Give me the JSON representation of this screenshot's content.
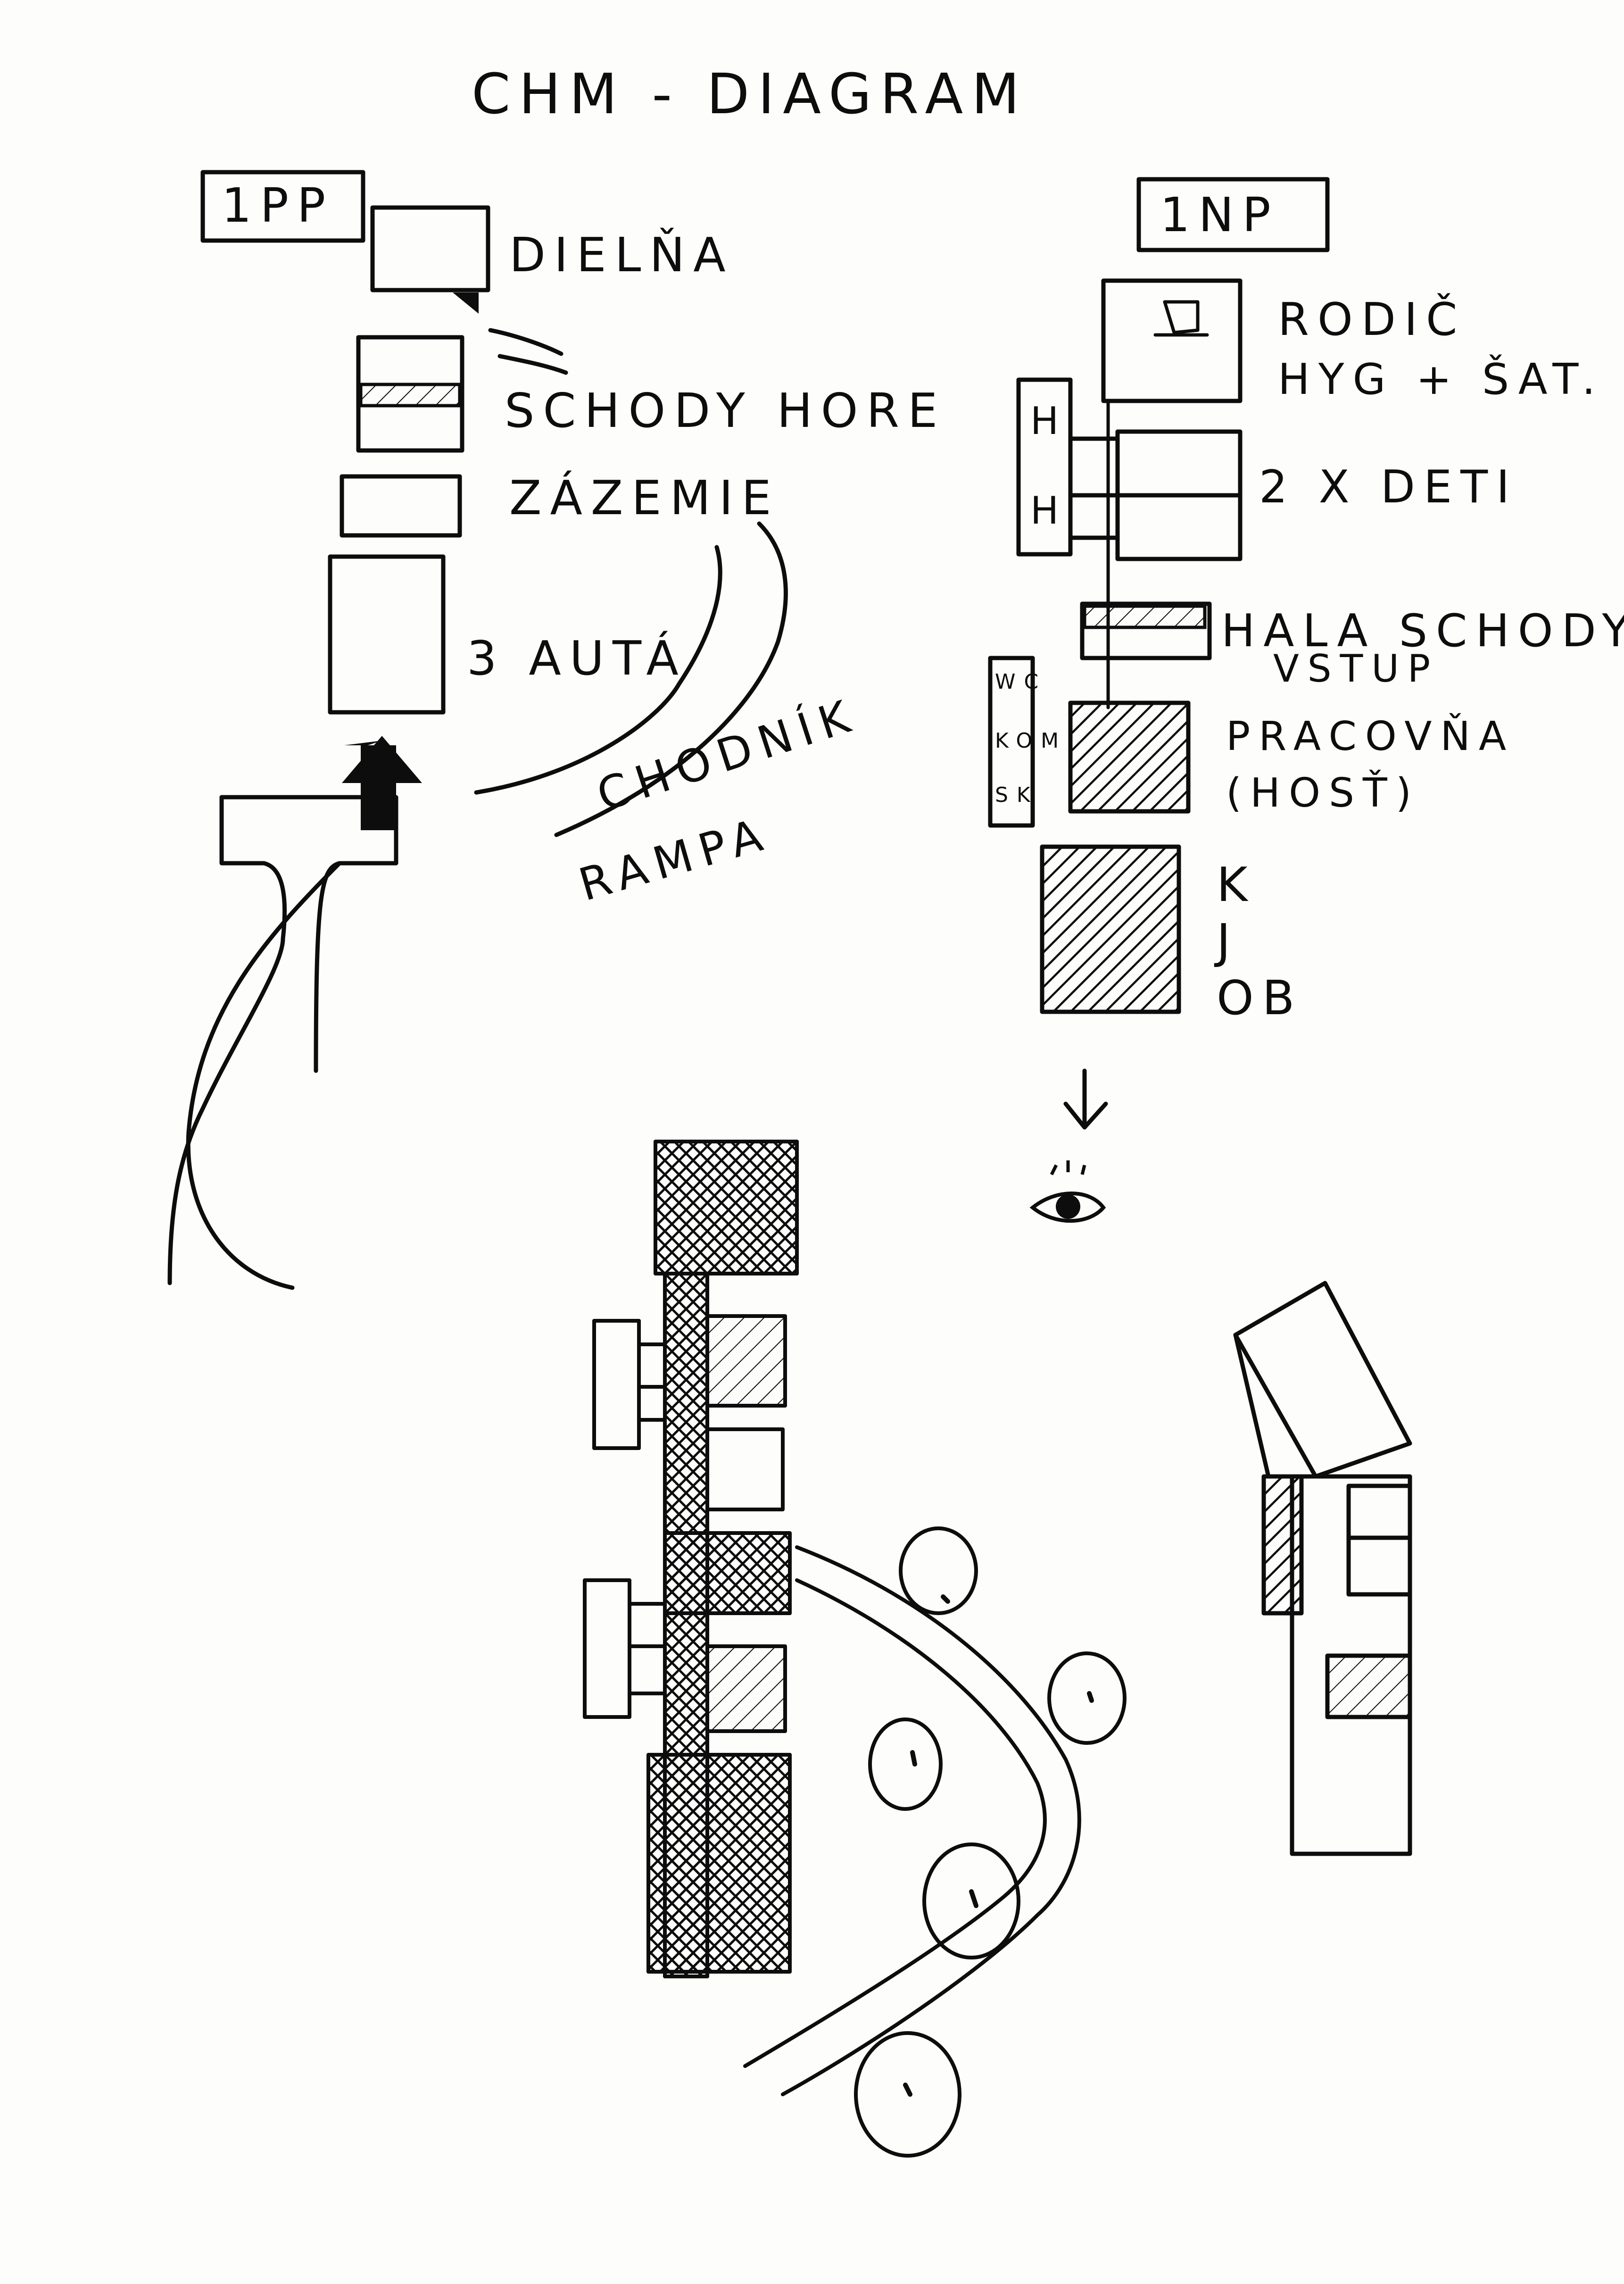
{
  "title": "CHM - DIAGRAM",
  "colors": {
    "ink": "#0d0d0d",
    "paper": "#fdfdfc"
  },
  "basement": {
    "level_label": "1PP",
    "rooms": [
      "DIELŇA",
      "SCHODY HORE",
      "ZÁZEMIE",
      "3 AUTÁ"
    ],
    "path_label_1": "CHODNÍK",
    "path_label_2": "RAMPA"
  },
  "ground_floor": {
    "level_label": "1NP",
    "rooms": {
      "parents_1": "RODIČ",
      "parents_2": "HYG + ŠAT.",
      "children": "2 X DETI",
      "hall": "HALA SCHODY",
      "entry": "VSTUP",
      "study_1": "PRACOVŇA",
      "study_2": "(HOSŤ)",
      "living_1": "K",
      "living_2": "J",
      "living_3": "OB"
    },
    "bath_marks": [
      "H",
      "H"
    ],
    "service_marks": [
      "WC",
      "KOM",
      "SK"
    ]
  },
  "icons": [
    "arrow-up-icon",
    "arrow-down-icon",
    "eye-icon",
    "stair-icon"
  ]
}
